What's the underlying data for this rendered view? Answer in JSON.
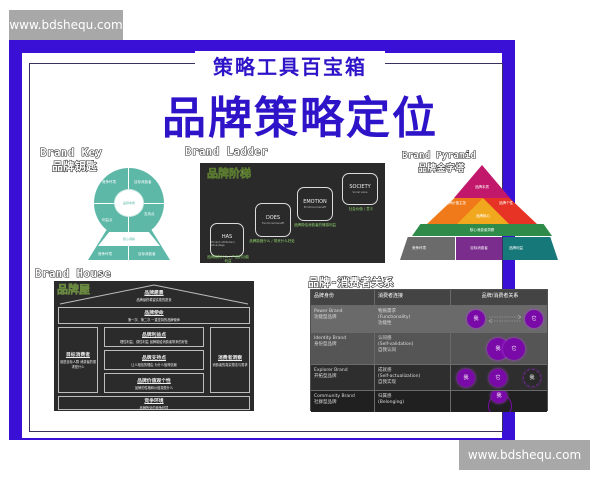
{
  "watermark": {
    "top_text": "www.bdshequ.com",
    "bottom_text": "www.bdshequ.com"
  },
  "colors": {
    "frame_blue": "#3a0fd6",
    "title_blue": "#2e14c9",
    "panel_dark": "#2a2a2a",
    "teal": "#5db8a8",
    "purple_circle": "#7a0aa8",
    "ladder_green": "#8ed16b"
  },
  "header": {
    "subtitle": "策略工具百宝箱",
    "title": "品牌策略定位"
  },
  "brand_key": {
    "label_en": "Brand Key",
    "label_cn": "品牌钥匙",
    "hub": "品牌本质",
    "segments": [
      "竞争环境",
      "目标消费者",
      "消费者洞察",
      "利益点",
      "价值观个性",
      "支持点"
    ],
    "base": "核心洞察",
    "base_left": "竞争环境",
    "base_right": "目标消费者"
  },
  "brand_ladder": {
    "label_en": "Brand Ladder",
    "label_cn": "品牌阶梯",
    "steps": [
      {
        "name": "HAS",
        "desc": "Product attributes / Advantage",
        "caption": "品牌拥有什么 / 产品的功能利益"
      },
      {
        "name": "DOES",
        "desc": "Functional benefit",
        "caption": "品牌能做什么 / 带来什么好处"
      },
      {
        "name": "EMOTION",
        "desc": "Emotional benefit",
        "caption": "品牌带给消费者的情感利益"
      },
      {
        "name": "SOCIETY",
        "desc": "Social value",
        "caption": "社会价值 / 意义"
      }
    ]
  },
  "brand_pyramid": {
    "label_en": "Brand Pyramid",
    "label_cn": "品牌金字塔",
    "layers": [
      {
        "label": "品牌本质",
        "color": "#c2186b"
      },
      {
        "label": "品牌价值主张",
        "color": "#f07a1a"
      },
      {
        "label": "品牌个性",
        "color": "#e63325"
      },
      {
        "label": "品牌核心",
        "color": "#f2a81e"
      },
      {
        "label": "核心消费者洞察",
        "color": "#2e8b4a"
      },
      {
        "label": "竞争环境",
        "color": "#6b6b6b"
      },
      {
        "label": "目标消费者",
        "color": "#7b2d8e"
      },
      {
        "label": "品牌利益",
        "color": "#17787a"
      }
    ]
  },
  "brand_house": {
    "label_en": "Brand House",
    "label_cn": "品牌屋",
    "roof": {
      "title": "品牌愿景",
      "text": "品牌最终希望实现的愿景"
    },
    "top_beam": {
      "title": "品牌使命",
      "text": "第一次、第二次 一直坚持的品牌使命"
    },
    "left_pillar": {
      "title": "目标消费者",
      "text": "谁是目标人群 消费者的需求是什么"
    },
    "right_pillar": {
      "title": "消费者洞察",
      "text": "消费者的真实想法与需求"
    },
    "center": [
      {
        "title": "品牌利益点",
        "text": "理性利益、感性利益 品牌能给消费者带来的好处"
      },
      {
        "title": "品牌支持点",
        "text": "让人相信的理由 为什么值得信赖"
      },
      {
        "title": "品牌价值观个性",
        "text": "品牌的性格和价值观是什么"
      }
    ],
    "foundation": {
      "title": "竞争环境",
      "text": "品牌所处的竞争环境"
    }
  },
  "relationship_table": {
    "title": "品牌-消费者关系",
    "headers": [
      "品牌身份",
      "消费者连接",
      "品牌/消费者关系"
    ],
    "rows": [
      {
        "identity_en": "Power Brand",
        "identity_cn": "功能型品牌",
        "link_cn": "物质需求",
        "link_en": "(Functionality)",
        "link_cn2": "功能性",
        "circles": [
          "我",
          "它"
        ],
        "arrangement": "separate"
      },
      {
        "identity_en": "Identity Brand",
        "identity_cn": "身份型品牌",
        "link_cn": "认同感",
        "link_en": "(Self-validation)",
        "link_cn2": "自我认同",
        "circles": [
          "我",
          "它"
        ],
        "arrangement": "overlap"
      },
      {
        "identity_en": "Explorer Brand",
        "identity_cn": "开拓型品牌",
        "link_cn": "成就感",
        "link_en": "(Self-actualization)",
        "link_cn2": "自我实现",
        "circles": [
          "我",
          "它",
          "我"
        ],
        "arrangement": "three"
      },
      {
        "identity_en": "Community Brand",
        "identity_cn": "社群型品牌",
        "link_cn": "归属感",
        "link_en": "(Belonging)",
        "link_cn2": "归属",
        "circles": [
          "我"
        ],
        "arrangement": "ring"
      }
    ]
  }
}
